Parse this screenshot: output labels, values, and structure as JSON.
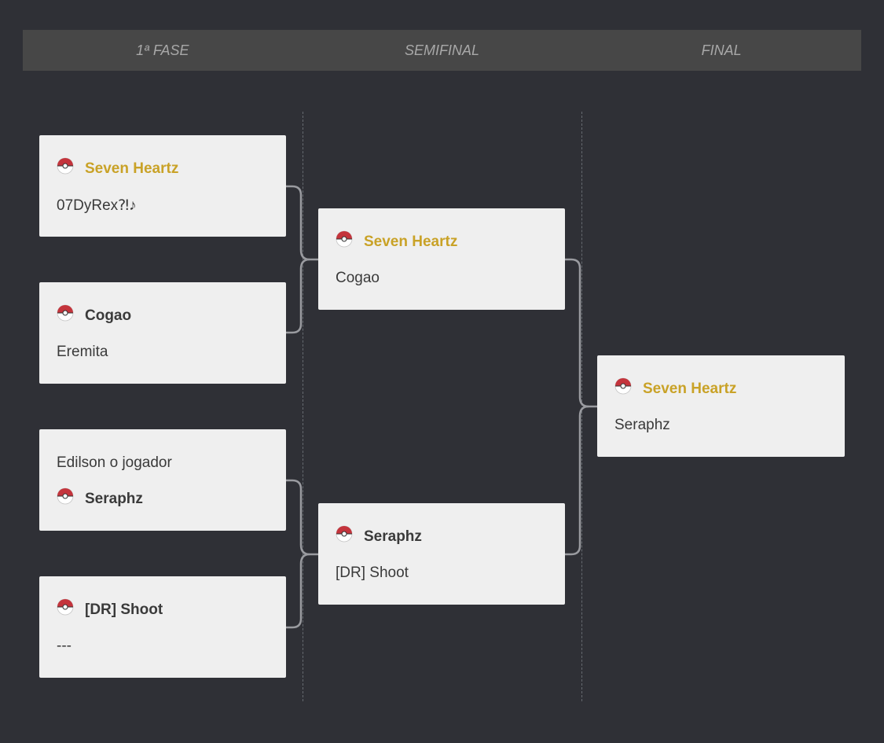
{
  "rounds": [
    "1ª FASE",
    "SEMIFINAL",
    "FINAL"
  ],
  "colors": {
    "champion": "#c9a227",
    "text": "#3a3a3a",
    "background": "#2f3036",
    "header": "#474747",
    "card": "#efefef"
  },
  "icons": {
    "winner_marker": "pokeball-icon"
  },
  "bracket": {
    "round1": [
      {
        "top": "Seven Heartz",
        "bottom": "07DyRex⁈♪"
      },
      {
        "top": "Cogao",
        "bottom": "Eremita"
      },
      {
        "top": "Edilson o jogador",
        "bottom": "Seraphz"
      },
      {
        "top": "[DR] Shoot",
        "bottom": "---"
      }
    ],
    "semifinal": [
      {
        "top": "Seven Heartz",
        "bottom": "Cogao"
      },
      {
        "top": "Seraphz",
        "bottom": "[DR] Shoot"
      }
    ],
    "final": [
      {
        "top": "Seven Heartz",
        "bottom": "Seraphz"
      }
    ]
  }
}
